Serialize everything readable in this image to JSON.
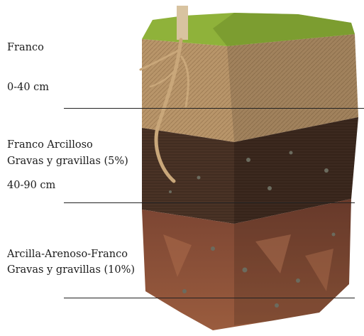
{
  "layers": [
    {
      "texture": "Franco",
      "detail": "",
      "depth": "0-40 cm",
      "color": "#b8956a"
    },
    {
      "texture": "Franco Arcilloso",
      "detail": "Gravas y gravillas (5%)",
      "depth": "40-90 cm",
      "color": "#4a3326"
    },
    {
      "texture": "Arcilla-Arenoso-Franco",
      "detail": "Gravas y gravillas (10%)",
      "depth": "",
      "color": "#8a4f36"
    }
  ],
  "colors": {
    "grass": "#8fb23a",
    "root": "#c9a77a",
    "pebble": "#6b6b5e"
  }
}
